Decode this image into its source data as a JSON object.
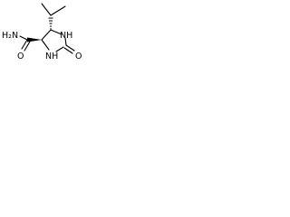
{
  "molecule": {
    "atoms": {
      "amide_n": "H₂N",
      "amide_o": "O",
      "ring_nh_top": "NH",
      "ring_nh_bottom": "NH",
      "carbonyl_o": "O"
    }
  },
  "colors": {
    "background": "#ffffff",
    "ink": "#000000"
  }
}
